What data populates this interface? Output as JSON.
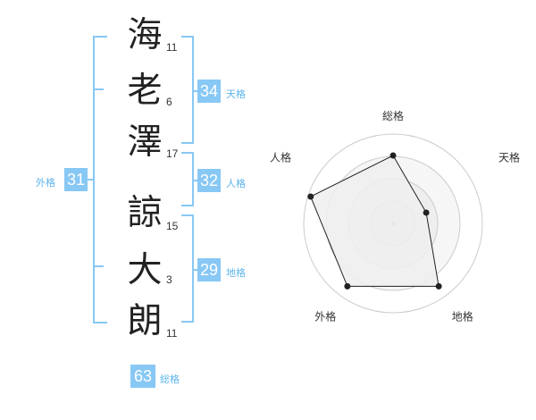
{
  "name": {
    "chars": [
      {
        "char": "海",
        "strokes": "11"
      },
      {
        "char": "老",
        "strokes": "6"
      },
      {
        "char": "澤",
        "strokes": "17"
      },
      {
        "char": "諒",
        "strokes": "15"
      },
      {
        "char": "大",
        "strokes": "3"
      },
      {
        "char": "朗",
        "strokes": "11"
      }
    ]
  },
  "kaku": {
    "tenkaku": {
      "value": "34",
      "label": "天格"
    },
    "jinkaku": {
      "value": "32",
      "label": "人格"
    },
    "chikaku": {
      "value": "29",
      "label": "地格"
    },
    "gaikaku": {
      "value": "31",
      "label": "外格"
    },
    "soukaku": {
      "value": "63",
      "label": "総格"
    }
  },
  "colors": {
    "accent": "#88c8f5",
    "label": "#5eb4ec"
  },
  "chart_data": {
    "type": "radar",
    "axes": [
      "総格",
      "天格",
      "地格",
      "外格",
      "人格"
    ],
    "values": [
      0.76,
      0.39,
      0.87,
      0.87,
      0.97
    ],
    "range": [
      0,
      1
    ],
    "rings": 4
  }
}
